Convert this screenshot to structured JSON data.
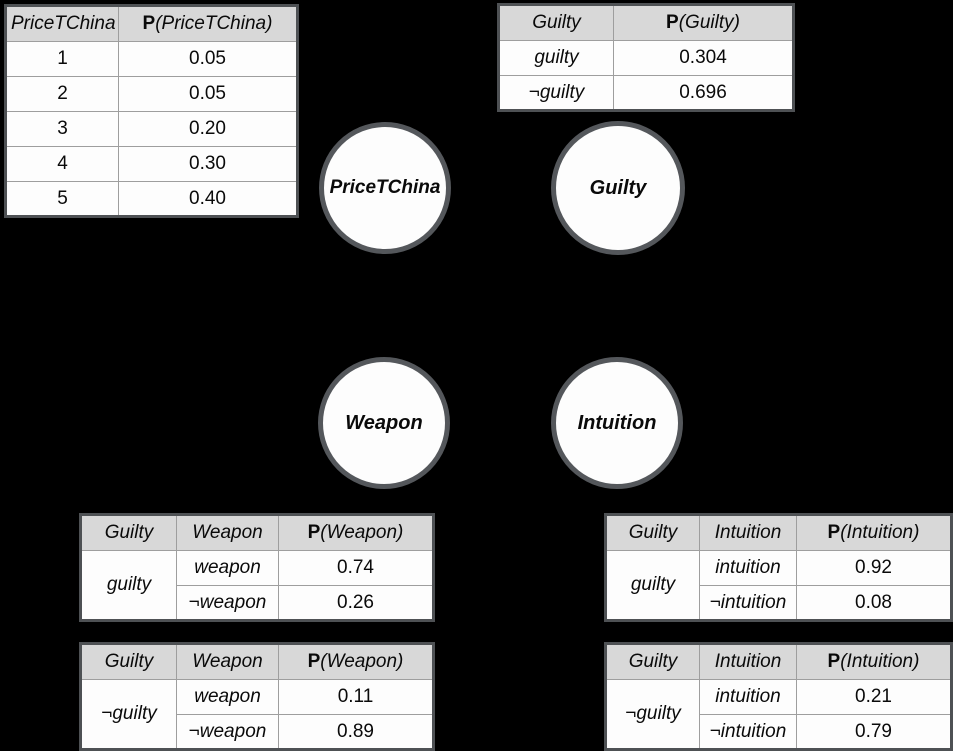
{
  "diagram": {
    "background_color": "#000000",
    "node_fill": "#fdfdfd",
    "node_border_color": "#54575b",
    "table_header_fill": "#d8d8d8",
    "table_border_color": "#4e5154",
    "nodes": {
      "pricetchina": "PriceTChina",
      "guilty": "Guilty",
      "weapon": "Weapon",
      "intuition": "Intuition"
    },
    "tables": {
      "price_prior": {
        "var_header": "PriceTChina",
        "p": "P",
        "p_arg": "(PriceTChina)",
        "rows": [
          [
            "1",
            "0.05"
          ],
          [
            "2",
            "0.05"
          ],
          [
            "3",
            "0.20"
          ],
          [
            "4",
            "0.30"
          ],
          [
            "5",
            "0.40"
          ]
        ]
      },
      "guilty_prior": {
        "var_header": "Guilty",
        "p": "P",
        "p_arg": "(Guilty)",
        "rows": [
          [
            "guilty",
            "0.304"
          ],
          [
            "¬guilty",
            "0.696"
          ]
        ]
      },
      "weapon_given_guilty": {
        "cond_header": "Guilty",
        "var_header": "Weapon",
        "p": "P",
        "p_arg": "(Weapon)",
        "cond": "guilty",
        "rows": [
          [
            "weapon",
            "0.74"
          ],
          [
            "¬weapon",
            "0.26"
          ]
        ]
      },
      "weapon_given_notguilty": {
        "cond_header": "Guilty",
        "var_header": "Weapon",
        "p": "P",
        "p_arg": "(Weapon)",
        "cond": "¬guilty",
        "rows": [
          [
            "weapon",
            "0.11"
          ],
          [
            "¬weapon",
            "0.89"
          ]
        ]
      },
      "intuition_given_guilty": {
        "cond_header": "Guilty",
        "var_header": "Intuition",
        "p": "P",
        "p_arg": "(Intuition)",
        "cond": "guilty",
        "rows": [
          [
            "intuition",
            "0.92"
          ],
          [
            "¬intuition",
            "0.08"
          ]
        ]
      },
      "intuition_given_notguilty": {
        "cond_header": "Guilty",
        "var_header": "Intuition",
        "p": "P",
        "p_arg": "(Intuition)",
        "cond": "¬guilty",
        "rows": [
          [
            "intuition",
            "0.21"
          ],
          [
            "¬intuition",
            "0.79"
          ]
        ]
      }
    }
  }
}
